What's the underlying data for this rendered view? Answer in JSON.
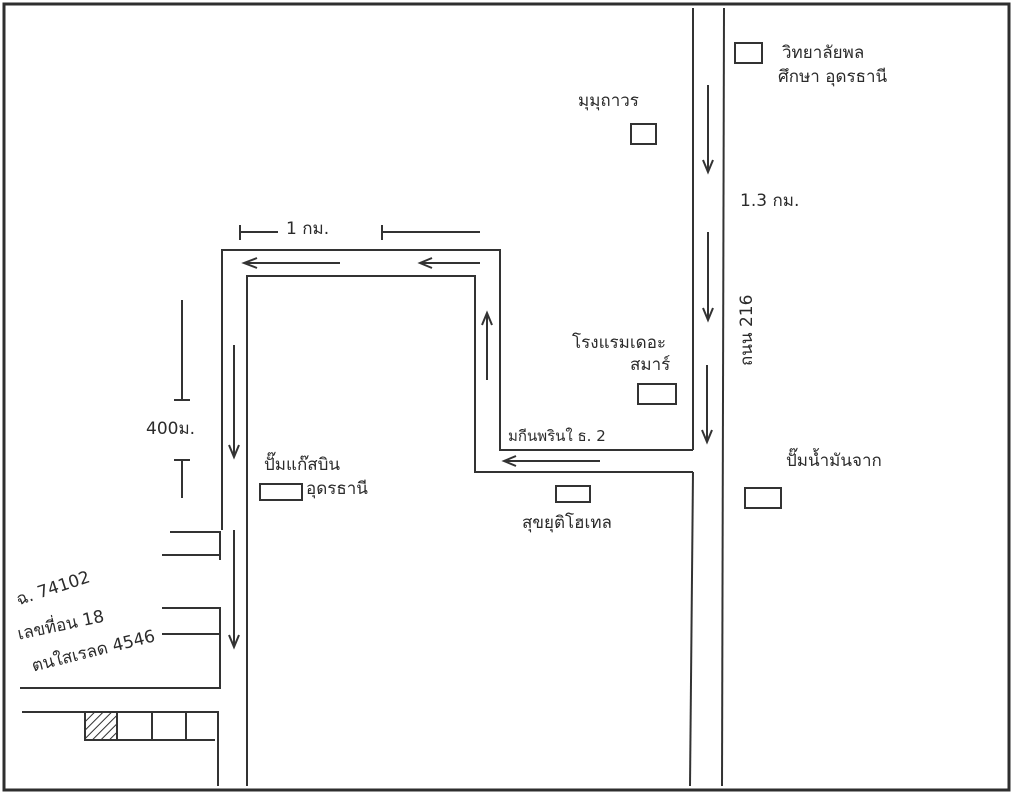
{
  "map": {
    "labels": {
      "scale_top": "1 กม.",
      "scale_side": "400ม.",
      "dist_main": "1.3 กม.",
      "road_main": "ถนน 216",
      "lane": "มกีนพรินใ ธ. 2"
    },
    "landmarks": {
      "university": [
        "วิทยาลัยพล",
        "ศึกษา อุดรธานี"
      ],
      "shop_top": "มุมุถาวร",
      "hotel": [
        "โรงแรมเดอะ",
        "สมาร์"
      ],
      "bank": [
        "ปั๊มแก๊สบิน",
        "อุดรธานี"
      ],
      "shop_mid": "สุขยุติโฮเทล",
      "gas_station": "ปั๊มน้ำมันจาก"
    },
    "address": {
      "line1": "ฉ. 74102",
      "line2": "เลขที่อน 18",
      "line3": "ตนใสเรลด 4546"
    }
  }
}
